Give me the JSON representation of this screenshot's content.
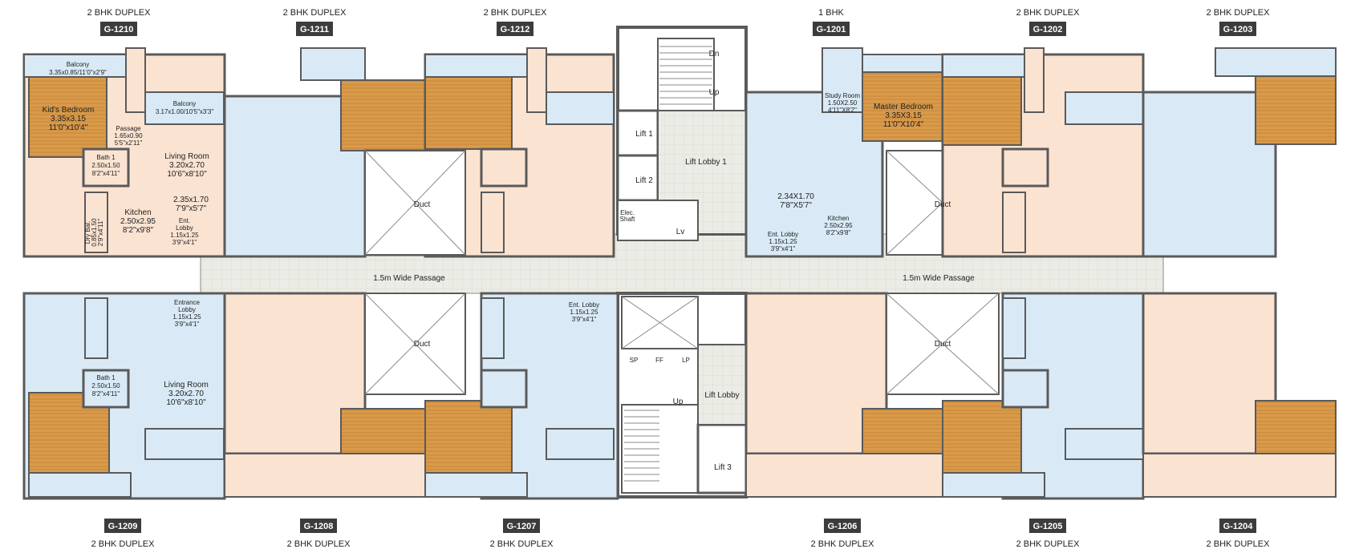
{
  "colors": {
    "wall": "#5a5a5a",
    "peach": "#fbe3d2",
    "blue": "#d9eaf6",
    "wood": "#d99a4a",
    "passage": "#ecece6",
    "tag": "#3c3c3c"
  },
  "units_top": [
    {
      "code": "G-1210",
      "type": "2 BHK DUPLEX"
    },
    {
      "code": "G-1211",
      "type": "2 BHK DUPLEX"
    },
    {
      "code": "G-1212",
      "type": "2 BHK DUPLEX"
    },
    {
      "code": "G-1201",
      "type": "1 BHK"
    },
    {
      "code": "G-1202",
      "type": "2 BHK DUPLEX"
    },
    {
      "code": "G-1203",
      "type": "2 BHK DUPLEX"
    }
  ],
  "units_bottom": [
    {
      "code": "G-1209",
      "type": "2 BHK DUPLEX"
    },
    {
      "code": "G-1208",
      "type": "2 BHK DUPLEX"
    },
    {
      "code": "G-1207",
      "type": "2 BHK DUPLEX"
    },
    {
      "code": "G-1206",
      "type": "2 BHK DUPLEX"
    },
    {
      "code": "G-1205",
      "type": "2 BHK DUPLEX"
    },
    {
      "code": "G-1204",
      "type": "2 BHK DUPLEX"
    }
  ],
  "rooms": [
    {
      "lines": [
        "Balcony",
        "3.35x0.85/11'0\"x2'9\""
      ]
    },
    {
      "lines": [
        "Kid's Bedroom",
        "3.35x3.15",
        "11'0\"x10'4\""
      ]
    },
    {
      "lines": [
        "Balcony",
        "3.17x1.00/10'5\"x3'3\""
      ]
    },
    {
      "lines": [
        "Passage",
        "1.65x0.90",
        "5'5\"x2'11\""
      ]
    },
    {
      "lines": [
        "Bath 1",
        "2.50x1.50",
        "8'2\"x4'11\""
      ]
    },
    {
      "lines": [
        "Living Room",
        "3.20x2.70",
        "10'6\"x8'10\""
      ]
    },
    {
      "lines": [
        "2.35x1.70",
        "7'9\"x5'7\""
      ]
    },
    {
      "lines": [
        "Kitchen",
        "2.50x2.95",
        "8'2\"x9'8\""
      ]
    },
    {
      "lines": [
        "Ent.",
        "Lobby",
        "1.15x1.25",
        "3'9\"x4'1\""
      ]
    },
    {
      "lines": [
        "Dry Bal.",
        "0.85x1.50",
        "2'9\"x4'11\""
      ]
    },
    {
      "lines": [
        "Study Room",
        "1.50X2.50",
        "4'11\"X8'2\""
      ]
    },
    {
      "lines": [
        "Master Bedroom",
        "3.35X3.15",
        "11'0\"X10'4\""
      ]
    },
    {
      "lines": [
        "2.34X1.70",
        "7'8\"X5'7\""
      ]
    },
    {
      "lines": [
        "Kitchen",
        "2.50x2.95",
        "8'2\"x9'8\""
      ]
    },
    {
      "lines": [
        "Ent. Lobby",
        "1.15x1.25",
        "3'9\"x4'1\""
      ]
    },
    {
      "lines": [
        "Entrance",
        "Lobby",
        "1.15x1.25",
        "3'9\"x4'1\""
      ]
    },
    {
      "lines": [
        "Ent. Lobby",
        "1.15x1.25",
        "3'9\"x4'1\""
      ]
    },
    {
      "lines": [
        "Living Room",
        "3.20x2.70",
        "10'6\"x8'10\""
      ]
    },
    {
      "lines": [
        "Bath 1",
        "2.50x1.50",
        "8'2\"x4'11\""
      ]
    }
  ],
  "core": {
    "duct": "Duct",
    "passage": "1.5m Wide Passage",
    "lift1": "Lift 1",
    "lift2": "Lift 2",
    "lift3": "Lift 3",
    "lift_lobby_1": "Lift  Lobby 1",
    "lift_lobby": "Lift  Lobby",
    "elec": [
      "Elec.",
      "Shaft"
    ],
    "lv": "Lv",
    "sp": "SP",
    "ff": "FF",
    "lp": "LP",
    "dn": "Dn",
    "up": "Up"
  }
}
